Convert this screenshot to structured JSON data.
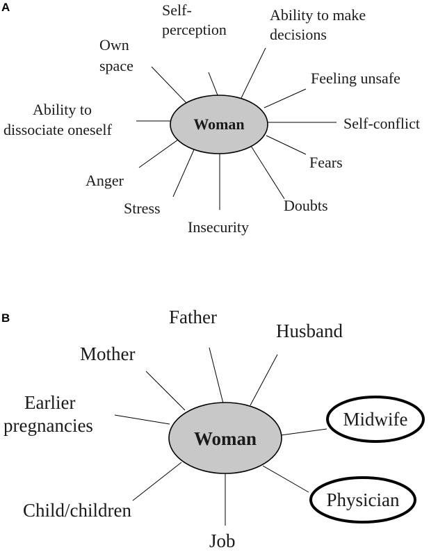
{
  "colors": {
    "center_fill": "#c8c8c8",
    "line": "#000000",
    "text": "#1a1a1a"
  },
  "panel_a": {
    "letter": "A",
    "center": "Woman",
    "labels": {
      "self_perception": [
        "Self-",
        "perception"
      ],
      "ability_to_make_decisions": [
        "Ability to make",
        "decisions"
      ],
      "own_space": [
        "Own",
        "space"
      ],
      "feeling_unsafe": [
        "Feeling unsafe"
      ],
      "ability_to_dissociate_oneself": [
        "Ability to",
        "dissociate oneself"
      ],
      "self_conflict": [
        "Self-conflict"
      ],
      "fears": [
        "Fears"
      ],
      "anger": [
        "Anger"
      ],
      "stress": [
        "Stress"
      ],
      "doubts": [
        "Doubts"
      ],
      "insecurity": [
        "Insecurity"
      ]
    }
  },
  "panel_b": {
    "letter": "B",
    "center": "Woman",
    "labels": {
      "father": [
        "Father"
      ],
      "husband": [
        "Husband"
      ],
      "mother": [
        "Mother"
      ],
      "earlier_pregnancies": [
        "Earlier",
        "pregnancies"
      ],
      "midwife": [
        "Midwife"
      ],
      "physician": [
        "Physician"
      ],
      "child_children": [
        "Child/children"
      ],
      "job": [
        "Job"
      ]
    },
    "circled": [
      "midwife",
      "physician"
    ]
  }
}
